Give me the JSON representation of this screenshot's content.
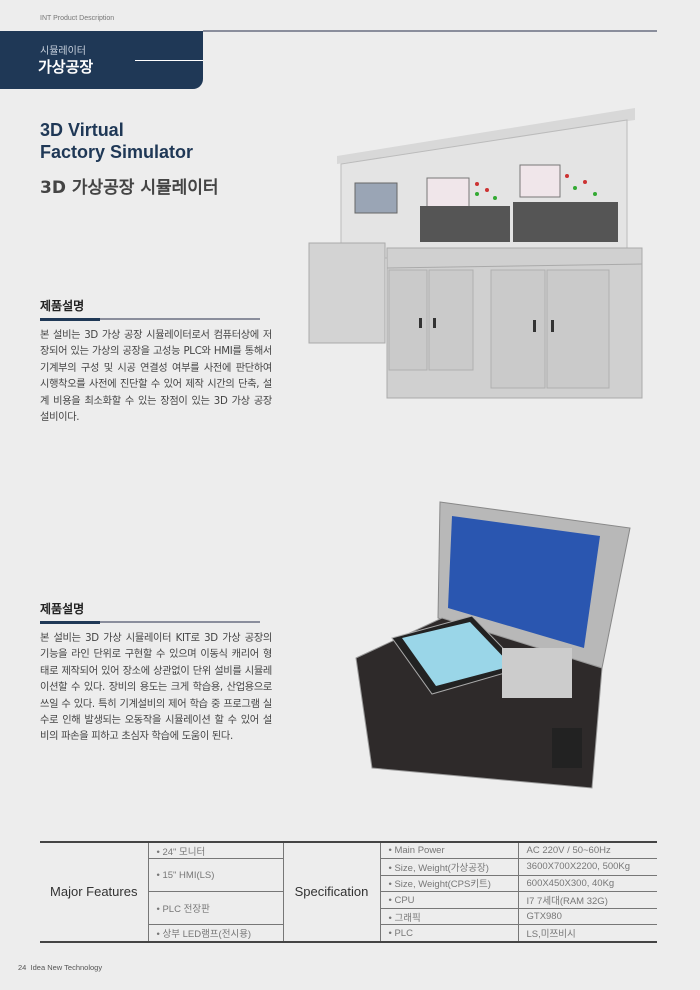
{
  "header": {
    "label": "INT Product  Description",
    "category": "시뮬레이터",
    "title": "가상공장"
  },
  "title": {
    "en_line1": "3D Virtual",
    "en_line2": "Factory Simulator",
    "ko": "3D 가상공장 시뮬레이터"
  },
  "section1": {
    "heading": "제품설명",
    "text": "본 설비는 3D 가상 공장 시뮬레이터로서 컴퓨터상에 저장되어 있는 가상의 공장을 고성능 PLC와 HMI를 통해서 기계부의 구성 및 시공 연결성 여부를 사전에 판단하여 시행착오를 사전에 진단할 수 있어 제작 시간의 단축, 설계 비용을 최소화할 수 있는 장점이 있는 3D 가상 공장 설비이다."
  },
  "section2": {
    "heading": "제품설명",
    "text": "본 설비는 3D 가상 시뮬레이터 KIT로 3D 가상 공장의 기능을 라인 단위로 구현할 수 있으며 이동식 캐리어 형태로 제작되어 있어 장소에 상관없이 단위 설비를 시뮬레이션할 수 있다. 장비의 용도는 크게 학습용, 산업용으로 쓰일 수 있다. 특히 기계설비의 제어 학습 중 프로그램 실수로 인해 발생되는 오동작을 시뮬레이션 할 수 있어 설비의 파손을 피하고 초심자 학습에 도움이 된다."
  },
  "table": {
    "features_header": "Major Features",
    "features": [
      "24\" 모니터",
      "15\" HMI(LS)",
      "PLC 전장판",
      "상부 LED램프(전시용)"
    ],
    "spec_header": "Specification",
    "specs": [
      {
        "name": "Main Power",
        "value": "AC 220V / 50~60Hz"
      },
      {
        "name": "Size, Weight(가상공장)",
        "value": "3600X700X2200, 500Kg"
      },
      {
        "name": "Size, Weight(CPS키트)",
        "value": "600X450X300, 40Kg"
      },
      {
        "name": "CPU",
        "value": "I7 7세대(RAM 32G)"
      },
      {
        "name": "그래픽",
        "value": "GTX980"
      },
      {
        "name": "PLC",
        "value": "LS,미쯔비시"
      }
    ]
  },
  "footer": {
    "page": "24",
    "company": "Idea New Technology"
  },
  "colors": {
    "navy": "#1f3856",
    "background": "#ededed"
  }
}
